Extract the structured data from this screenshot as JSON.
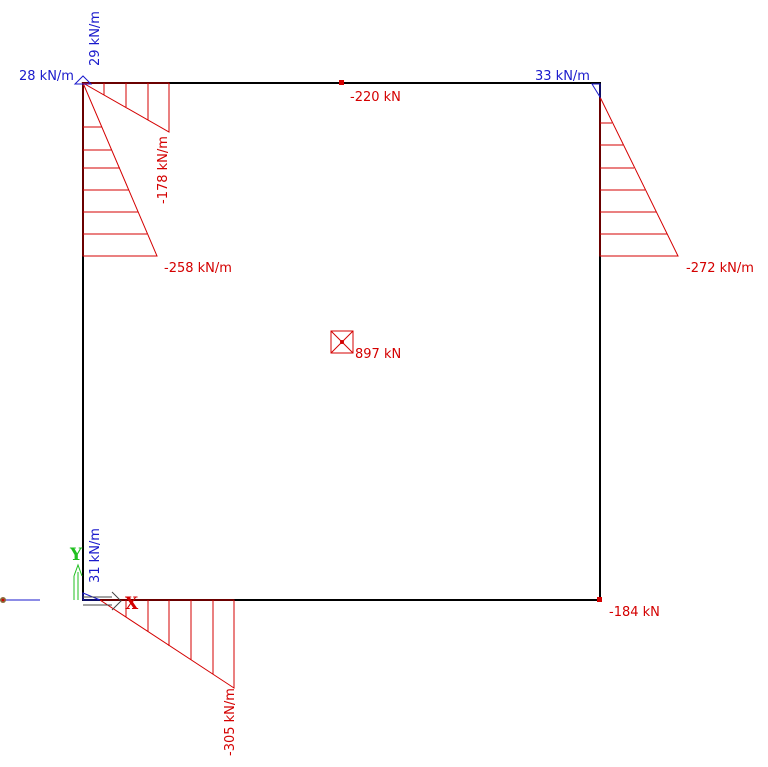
{
  "colors": {
    "outline": "#000000",
    "load": "#d40000",
    "reaction": "#1a1acc",
    "axis_x": "#d40000",
    "axis_y": "#1fbf1f"
  },
  "labels": {
    "top_left_horizontal": "28 kN/m",
    "top_left_vertical": "29 kN/m",
    "top_right": "33 kN/m",
    "top_mid_point": "-220 kN",
    "left_upper_diag": "-178 kN/m",
    "left_lower": "-258 kN/m",
    "right": "-272 kN/m",
    "center_point": "897 kN",
    "bottom_left_vertical": "31 kN/m",
    "bottom_right_point": "-184 kN",
    "bottom_diag": "-305 kN/m"
  },
  "axes": {
    "x": "X",
    "y": "Y"
  },
  "icons": {
    "center_load": "square-with-x-icon",
    "origin_node": "node-marker-icon"
  }
}
